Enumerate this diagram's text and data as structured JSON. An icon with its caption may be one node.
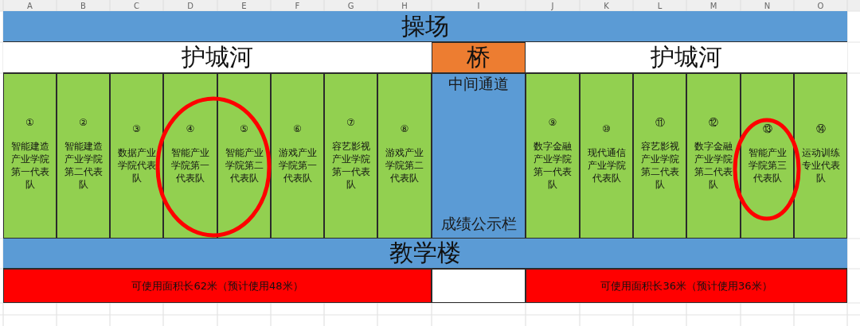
{
  "diagram": {
    "nodes": [
      {
        "text": [
          "操场"
        ]
      },
      {
        "text": [
          "护城河"
        ]
      },
      {
        "text": [
          "桥"
        ]
      },
      {
        "text": [
          "护城河"
        ]
      },
      {
        "text": [
          "①",
          "智能建造产业学院第一代表队"
        ]
      },
      {
        "text": [
          "②",
          "智能建造产业学院第二代表队"
        ]
      },
      {
        "text": [
          "③",
          "数据产业学院代表队"
        ]
      },
      {
        "text": [
          "④",
          "智能产业学院第一代表队"
        ]
      },
      {
        "text": [
          "⑤",
          "智能产业学院第二代表队"
        ]
      },
      {
        "text": [
          "⑥",
          "游戏产业学院第一代表队"
        ]
      },
      {
        "text": [
          "⑦",
          "容艺影视产业学院第一代表队"
        ]
      },
      {
        "text": [
          "⑧",
          "游戏产业学院第二代表队"
        ]
      },
      {
        "text": [
          "中间通道",
          "成绩公示栏"
        ]
      },
      {
        "text": [
          "⑨",
          "数字金融产业学院第一代表队"
        ]
      },
      {
        "text": [
          "⑩",
          "现代通信产业学院代表队"
        ]
      },
      {
        "text": [
          "⑪",
          "容艺影视产业学院第二代表队"
        ]
      },
      {
        "text": [
          "⑫",
          "数字金融产业学院第二代表队"
        ]
      },
      {
        "text": [
          "⑬",
          "智能产业学院第三代表队"
        ]
      },
      {
        "text": [
          "⑭",
          "运动训练专业代表队"
        ]
      },
      {
        "text": [
          "教学楼"
        ]
      },
      {
        "text": [
          "可使用面积长62米（预计使用48米）"
        ]
      },
      {
        "text": [],
        "shape": "box"
      },
      {
        "text": [
          "可使用面积长36米（预计使用36米）"
        ]
      }
    ],
    "labels": [
      "A",
      "B",
      "C",
      "D",
      "E",
      "F",
      "G",
      "H",
      "I",
      "J",
      "K",
      "L",
      "M",
      "N",
      "O"
    ]
  }
}
